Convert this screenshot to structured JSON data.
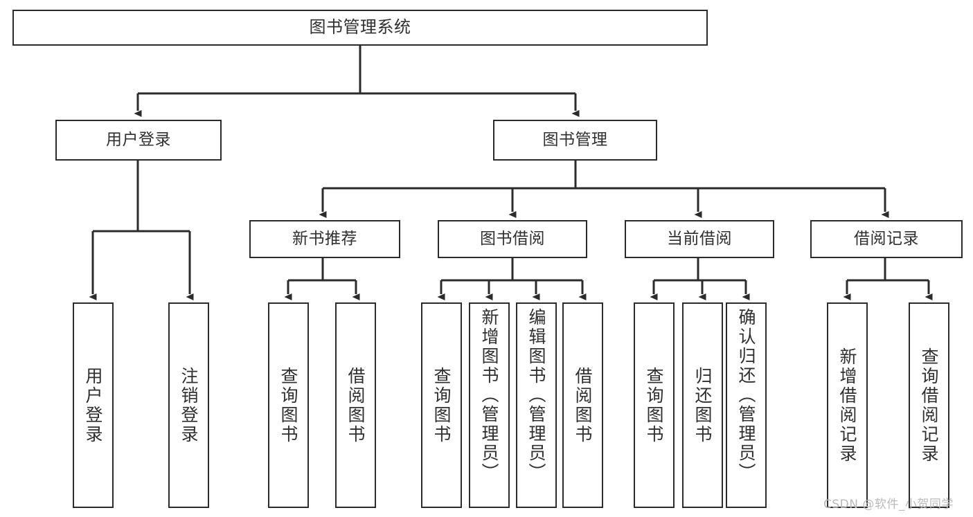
{
  "diagram": {
    "type": "tree-hierarchy",
    "title": "图书管理系统",
    "orientation": "top-down",
    "line_color": "#2b2b2b",
    "box_fill": "#ffffff",
    "text_color": "#2f2f2f",
    "levels": 4,
    "nodes": {
      "root": {
        "label": "图书管理系统"
      },
      "level2": [
        {
          "label": "用户登录"
        },
        {
          "label": "图书管理"
        }
      ],
      "level3": [
        {
          "label": "新书推荐"
        },
        {
          "label": "图书借阅"
        },
        {
          "label": "当前借阅"
        },
        {
          "label": "借阅记录"
        }
      ],
      "leaves_user_login": [
        {
          "label": "用户登录"
        },
        {
          "label": "注销登录"
        }
      ],
      "leaves_new_book": [
        {
          "label": "查询图书"
        },
        {
          "label": "借阅图书"
        }
      ],
      "leaves_borrow": [
        {
          "label": "查询图书"
        },
        {
          "label": "新增图书（管理员）"
        },
        {
          "label": "编辑图书（管理员）"
        },
        {
          "label": "借阅图书"
        }
      ],
      "leaves_current": [
        {
          "label": "查询图书"
        },
        {
          "label": "归还图书"
        },
        {
          "label": "确认归还（管理员）"
        }
      ],
      "leaves_records": [
        {
          "label": "新增借阅记录"
        },
        {
          "label": "查询借阅记录"
        }
      ]
    }
  },
  "watermark": {
    "text": "CSDN @软件_小贺同学"
  }
}
